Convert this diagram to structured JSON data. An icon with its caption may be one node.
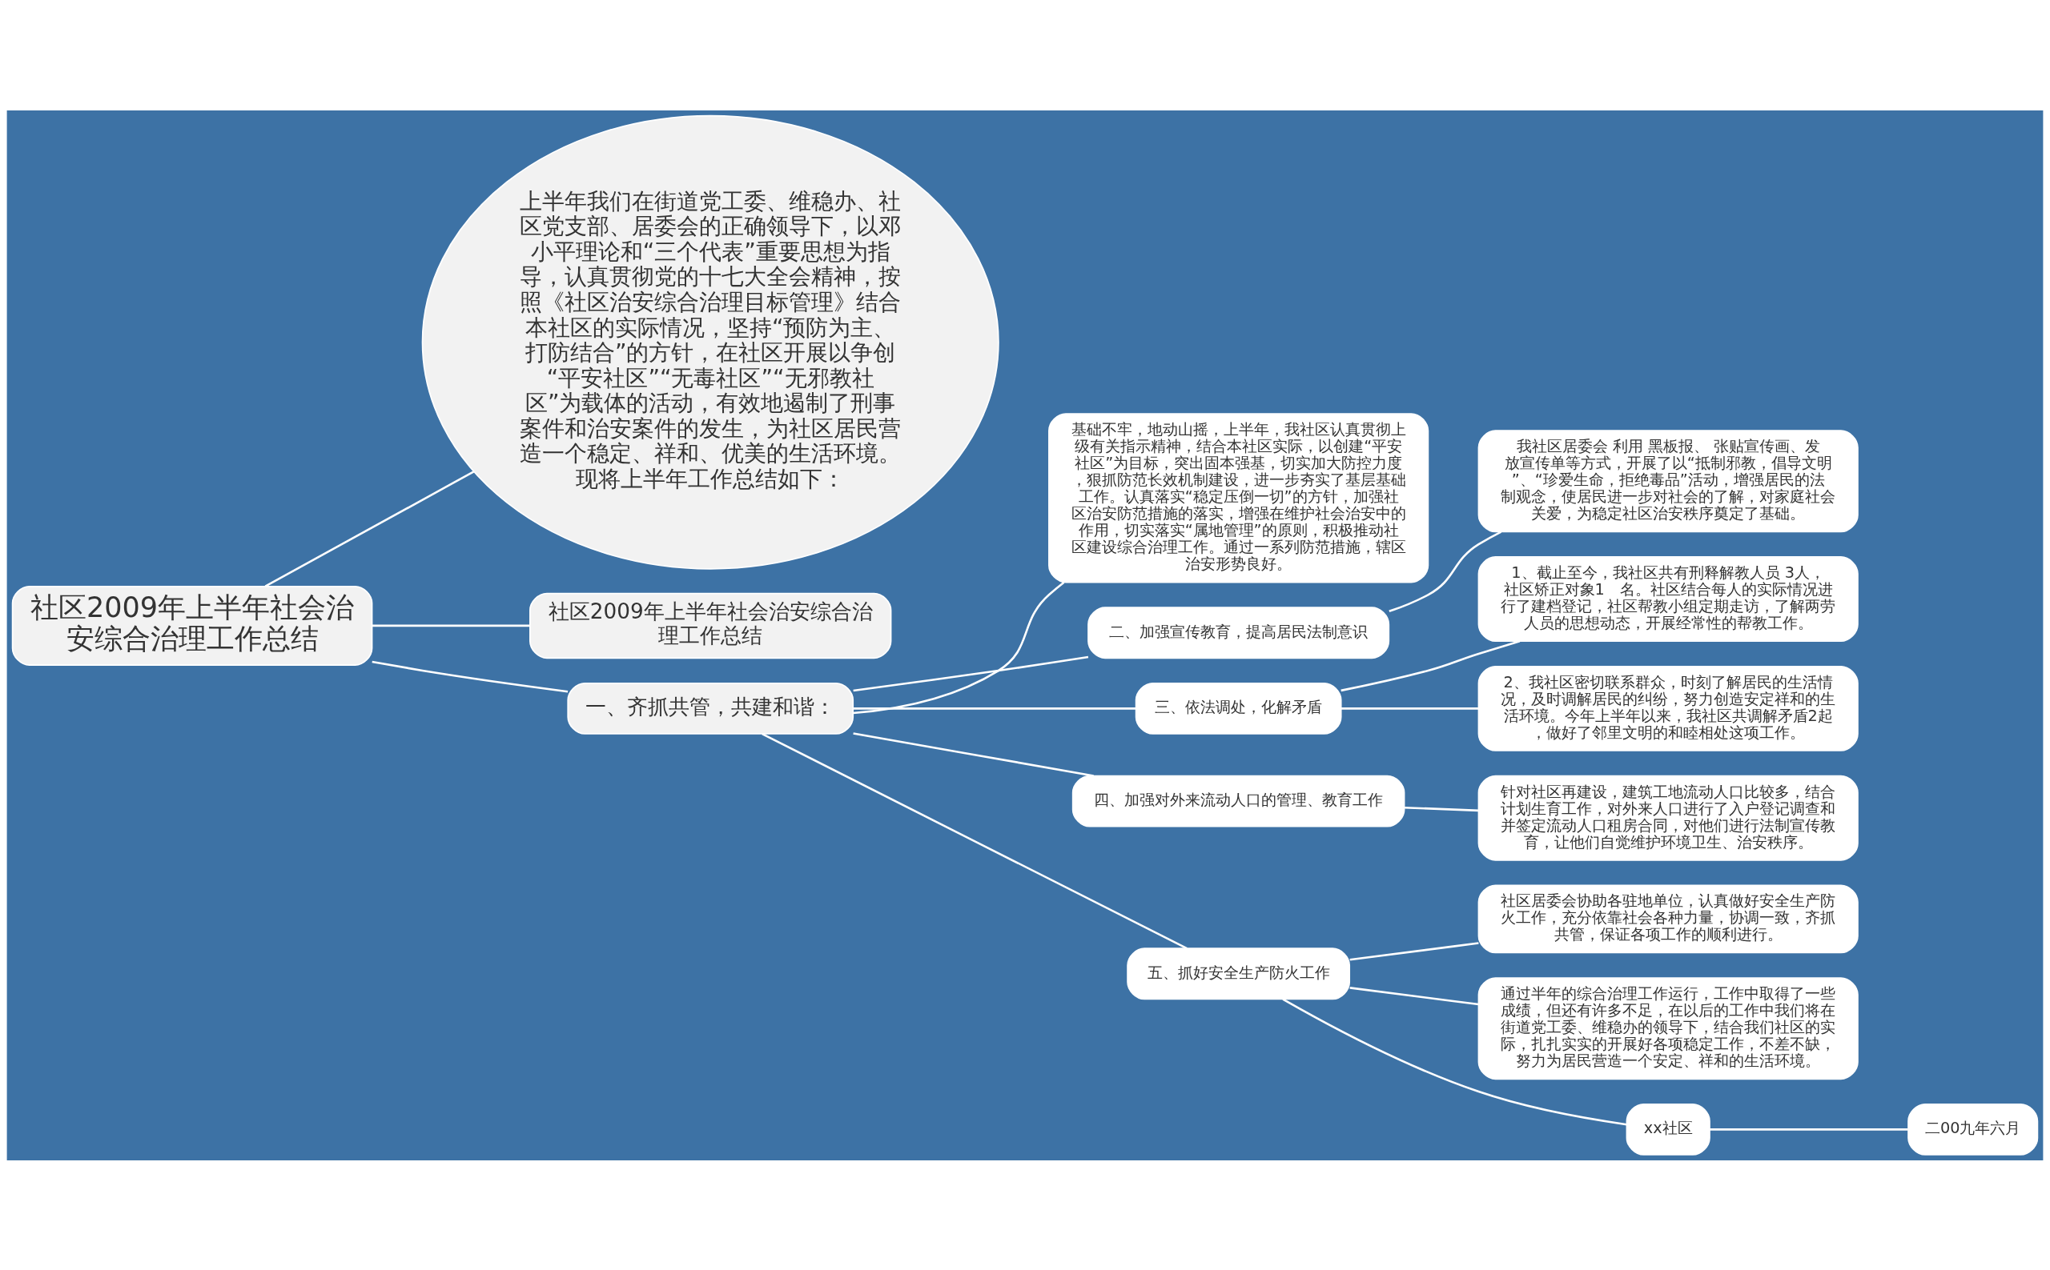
{
  "diagram": {
    "nodes": [
      {
        "text": [
          "社区2009年上半年社会治安综合治理工作总结"
        ]
      },
      {
        "text": [
          "上半年我们在街道党工委、维稳办、社区党支部、居委会的正确领导下，以邓小平理论和“三个代表”重要思想为指导，认真贯彻党的十七大全会精神，按照《社区治安综合治理目标管理》结合本社区的实际情况，坚持“预防为主、打防结合”的方针，在社区开展以争创“平安社区”“无毒社区”“无邪教社区”为载体的活动，有效地遏制了刑事案件和治安案件的发生，为社区居民营造一个稳定、祥和、优美的生活环境。现将上半年工作总结如下："
        ]
      },
      {
        "text": [
          "社区2009年上半年社会治安综合治理工作总结"
        ]
      },
      {
        "text": [
          "一、齐抓共管，共建和谐："
        ]
      },
      {
        "text": [
          "基础不牢，地动山摇，上半年，我社区认真贯彻上级有关指示精神，结合本社区实际，以创建“平安社区”为目标，突出固本强基，切实加大防控力度，狠抓防范长效机制建设，进一步夯实了基层基础工作。认真落实“稳定压倒一切”的方针，加强社区治安防范措施的落实，增强在维护社会治安中的作用，切实落实“属地管理”的原则，积极推动社区建设综合治理工作。通过一系列防范措施，辖区治安形势良好。"
        ]
      },
      {
        "text": [
          "二、加强宣传教育，提高居民法制意识"
        ]
      },
      {
        "text": [
          "我社区居委会 利用 黑板报、 张贴宣传画、发放宣传单等方式，开展了以“抵制邪教，倡导文明”、“珍爱生命，拒绝毒品”活动，增强居民的法制观念，使居民进一步对社会的了解，对家庭社会关爱，为稳定社区治安秩序奠定了基础。"
        ]
      },
      {
        "text": [
          "三、依法调处，化解矛盾"
        ]
      },
      {
        "text": [
          "1、截止至今，我社区共有刑释解教人员 3人，社区矫正对象1　名。社区结合每人的实际情况进行了建档登记，社区帮教小组定期走访，了解两劳人员的思想动态，开展经常性的帮教工作。"
        ]
      },
      {
        "text": [
          "2、我社区密切联系群众，时刻了解居民的生活情况，及时调解居民的纠纷，努力创造安定祥和的生活环境。今年上半年以来，我社区共调解矛盾2起，做好了邻里文明的和睦相处这项工作。"
        ]
      },
      {
        "text": [
          "四、加强对外来流动人口的管理、教育工作"
        ]
      },
      {
        "text": [
          "针对社区再建设，建筑工地流动人口比较多，结合计划生育工作，对外来人口进行了入户登记调查和并签定流动人口租房合同，对他们进行法制宣传教育，让他们自觉维护环境卫生、治安秩序。"
        ]
      },
      {
        "text": [
          "五、抓好安全生产防火工作"
        ]
      },
      {
        "text": [
          "社区居委会协助各驻地单位，认真做好安全生产防火工作，充分依靠社会各种力量，协调一致，齐抓共管，保证各项工作的顺利进行。"
        ]
      },
      {
        "text": [
          "通过半年的综合治理工作运行，工作中取得了一些成绩，但还有许多不足，在以后的工作中我们将在街道党工委、维稳办的领导下，结合我们社区的实际，扎扎实实的开展好各项稳定工作，不差不缺，努力为居民营造一个安定、祥和的生活环境。"
        ]
      },
      {
        "text": [
          "xx社区"
        ]
      },
      {
        "text": [
          "二00九年六月"
        ]
      }
    ],
    "edges": [
      {
        "from": 0,
        "to": 1,
        "arrow": "none"
      },
      {
        "from": 0,
        "to": 2,
        "arrow": "none"
      },
      {
        "from": 0,
        "to": 3,
        "arrow": "none"
      },
      {
        "from": 3,
        "to": 4,
        "arrow": "none"
      },
      {
        "from": 3,
        "to": 5,
        "arrow": "none"
      },
      {
        "from": 5,
        "to": 6,
        "arrow": "none"
      },
      {
        "from": 3,
        "to": 7,
        "arrow": "none"
      },
      {
        "from": 7,
        "to": 8,
        "arrow": "none"
      },
      {
        "from": 7,
        "to": 9,
        "arrow": "none"
      },
      {
        "from": 3,
        "to": 10,
        "arrow": "none"
      },
      {
        "from": 10,
        "to": 11,
        "arrow": "none"
      },
      {
        "from": 3,
        "to": 12,
        "arrow": "none"
      },
      {
        "from": 12,
        "to": 13,
        "arrow": "none"
      },
      {
        "from": 12,
        "to": 14,
        "arrow": "none"
      },
      {
        "from": 12,
        "to": 15,
        "arrow": "none"
      },
      {
        "from": 15,
        "to": 16,
        "arrow": "none"
      }
    ]
  }
}
